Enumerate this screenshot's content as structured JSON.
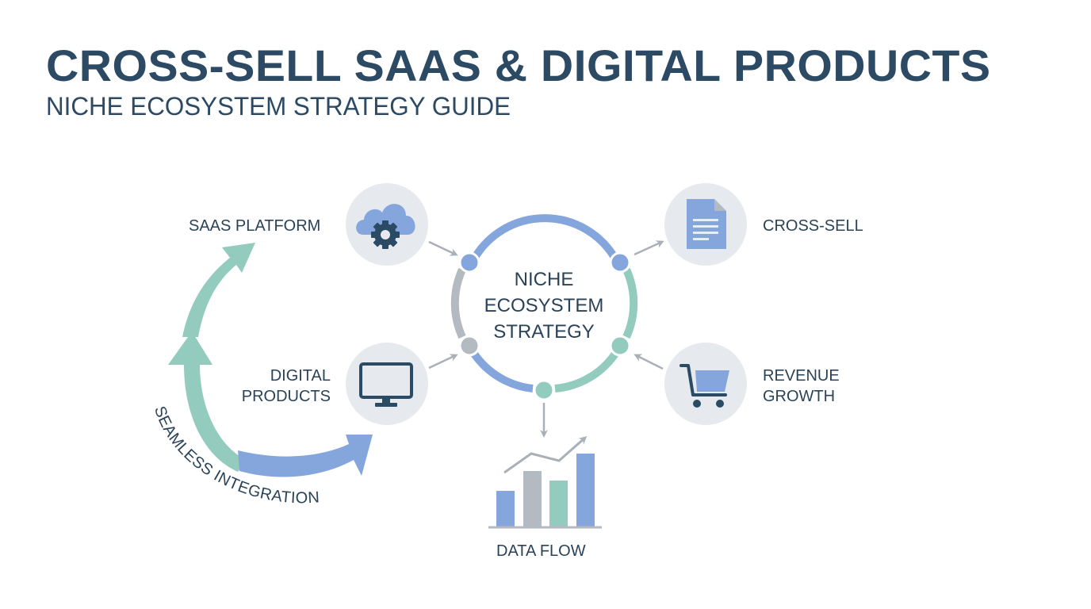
{
  "header": {
    "title": "CROSS-SELL SAAS & DIGITAL PRODUCTS",
    "subtitle": "NICHE ECOSYSTEM STRATEGY GUIDE"
  },
  "hub": {
    "lines": [
      "NICHE",
      "ECOSYSTEM",
      "STRATEGY"
    ]
  },
  "nodes": [
    {
      "id": "saas",
      "label": "SAAS PLATFORM",
      "icon": "cloud-gear-icon"
    },
    {
      "id": "digital",
      "label_lines": [
        "DIGITAL",
        "PRODUCTS"
      ],
      "icon": "monitor-icon"
    },
    {
      "id": "crosssell",
      "label": "CROSS-SELL",
      "icon": "document-icon"
    },
    {
      "id": "revenue",
      "label_lines": [
        "REVENUE",
        "GROWTH"
      ],
      "icon": "shopping-cart-icon"
    }
  ],
  "data_flow": {
    "label": "DATA FLOW",
    "icon": "bar-chart-trend-icon",
    "bars": [
      {
        "height": 45,
        "color": "#85a6dc"
      },
      {
        "height": 70,
        "color": "#b4bac1"
      },
      {
        "height": 58,
        "color": "#93cbbe"
      },
      {
        "height": 92,
        "color": "#85a6dc"
      }
    ]
  },
  "cycle": {
    "label": "SEAMLESS INTEGRATION"
  },
  "colors": {
    "title": "#2c4a63",
    "blue": "#85a6dc",
    "teal": "#93cbbe",
    "gray": "#b4bac1",
    "icon_bg": "#e6e9ed",
    "dark": "#2b4a63",
    "arrow": "#a9b0b8"
  }
}
